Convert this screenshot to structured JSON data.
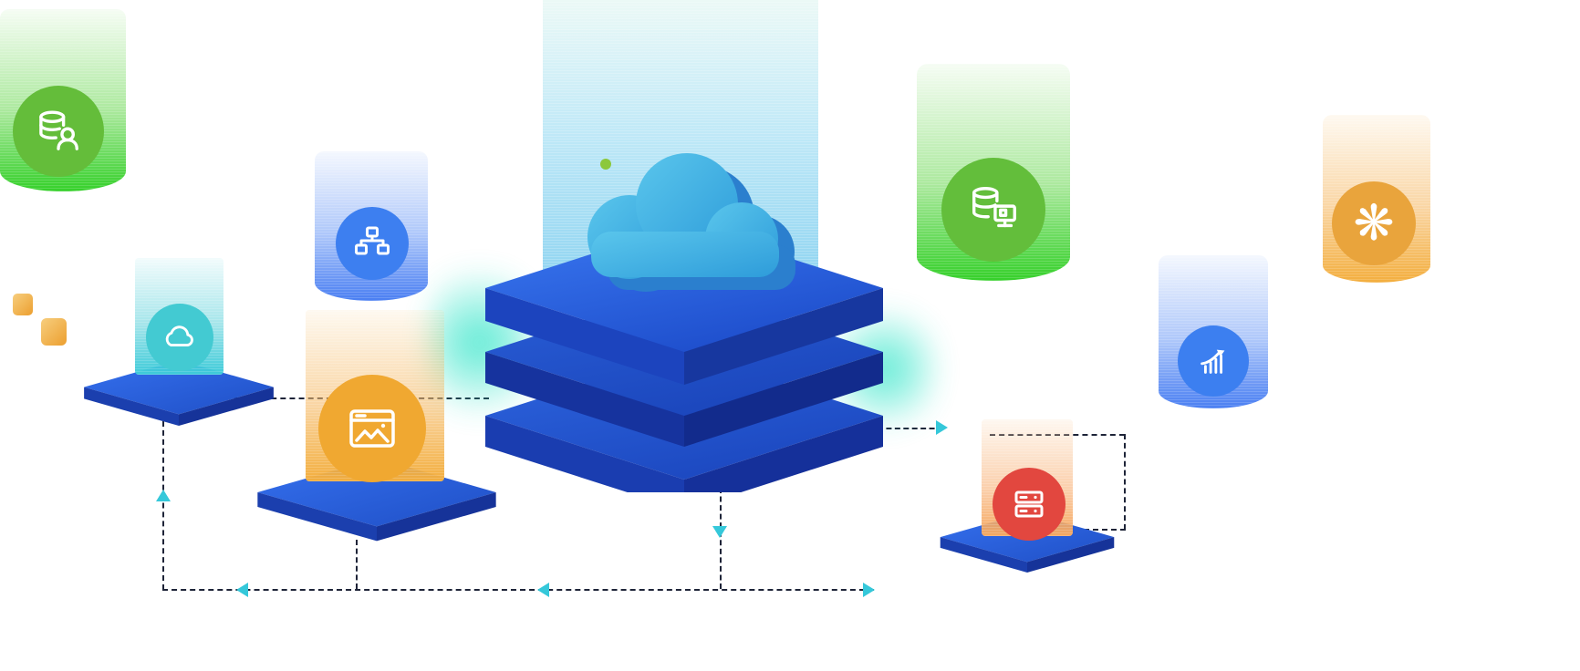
{
  "diagram": {
    "description": "Isometric cloud data platform illustration with nine service nodes connected by dashed flow lines",
    "background": "#ffffff",
    "nodes": [
      {
        "id": "customer-database",
        "icon": "database-user-icon",
        "badge_color": "#64BD3A",
        "column_color": "#35D02A",
        "shape": "column-rounded"
      },
      {
        "id": "org-sitemap",
        "icon": "sitemap-icon",
        "badge_color": "#3D7FF0",
        "column_color": "#4A7FF2",
        "shape": "column-rounded"
      },
      {
        "id": "cloud-sync",
        "icon": "cloud-icon",
        "badge_color": "#43CAD2",
        "column_color": "#3ECBD9",
        "shape": "column-on-platform"
      },
      {
        "id": "web-content",
        "icon": "browser-image-icon",
        "badge_color": "#F0A831",
        "column_color": "#F3AE3E",
        "shape": "column-on-platform"
      },
      {
        "id": "central-cloud-platform",
        "icon": "cloud-3d-icon",
        "stack_layers": 3,
        "stack_color": "#2355D4",
        "cloud_color": "#45B2E4",
        "beam_color": "#8FD4F1",
        "glow_color": "#25E3C5",
        "shape": "isometric-stack"
      },
      {
        "id": "database-network",
        "icon": "database-monitor-icon",
        "badge_color": "#63BE3B",
        "column_color": "#33D02A",
        "shape": "column-rounded"
      },
      {
        "id": "ai-model",
        "icon": "openai-icon",
        "glyph": "❋",
        "badge_color": "#E9A43C",
        "column_color": "#F2A93B",
        "shape": "column-rounded"
      },
      {
        "id": "analytics",
        "icon": "chart-increase-icon",
        "badge_color": "#3C7FF0",
        "column_color": "#4A81F2",
        "shape": "column-rounded"
      },
      {
        "id": "server-storage",
        "icon": "server-icon",
        "badge_color": "#E2473F",
        "column_color": "#F5A860",
        "shape": "column-on-platform"
      }
    ],
    "connectors": {
      "style": "dashed",
      "line_color": "#1E2438",
      "arrow_color": "#35C8DA",
      "arrows": [
        {
          "direction": "up"
        },
        {
          "direction": "left"
        },
        {
          "direction": "left"
        },
        {
          "direction": "right"
        },
        {
          "direction": "down"
        },
        {
          "direction": "right"
        }
      ]
    },
    "decor": {
      "cubes": [
        {
          "color": "#EFA935"
        },
        {
          "color": "#EFA935"
        }
      ],
      "platform_color": "#2457D8"
    }
  }
}
